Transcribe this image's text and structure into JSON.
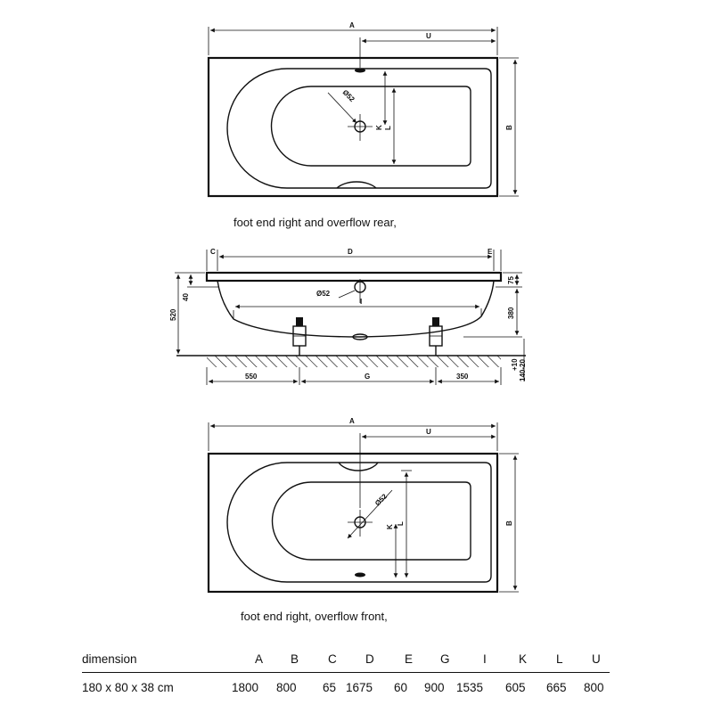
{
  "top_view": {
    "caption": "foot end right and overflow rear,",
    "dim_A": "A",
    "dim_U": "U",
    "dim_B": "B",
    "dim_K": "K",
    "dim_L": "L",
    "dia": "Ø52"
  },
  "side_view": {
    "dim_C": "C",
    "dim_D": "D",
    "dim_E": "E",
    "dim_G": "G",
    "dim_I": "I",
    "dia": "Ø52",
    "v520": "520",
    "v40": "40",
    "v75": "75",
    "v380": "380",
    "v550": "550",
    "v350": "350",
    "v10": "+10",
    "v140_20": "140-20"
  },
  "bottom_view": {
    "caption": "foot end right, overflow front,",
    "dim_A": "A",
    "dim_U": "U",
    "dim_B": "B",
    "dim_K": "K",
    "dim_L": "L",
    "dia": "Ø52"
  },
  "table": {
    "header": [
      "dimension",
      "A",
      "B",
      "C",
      "D",
      "E",
      "G",
      "I",
      "K",
      "L",
      "U"
    ],
    "row": [
      "180 x 80 x 38 cm",
      "1800",
      "800",
      "65",
      "1675",
      "60",
      "900",
      "1535",
      "605",
      "665",
      "800"
    ]
  }
}
